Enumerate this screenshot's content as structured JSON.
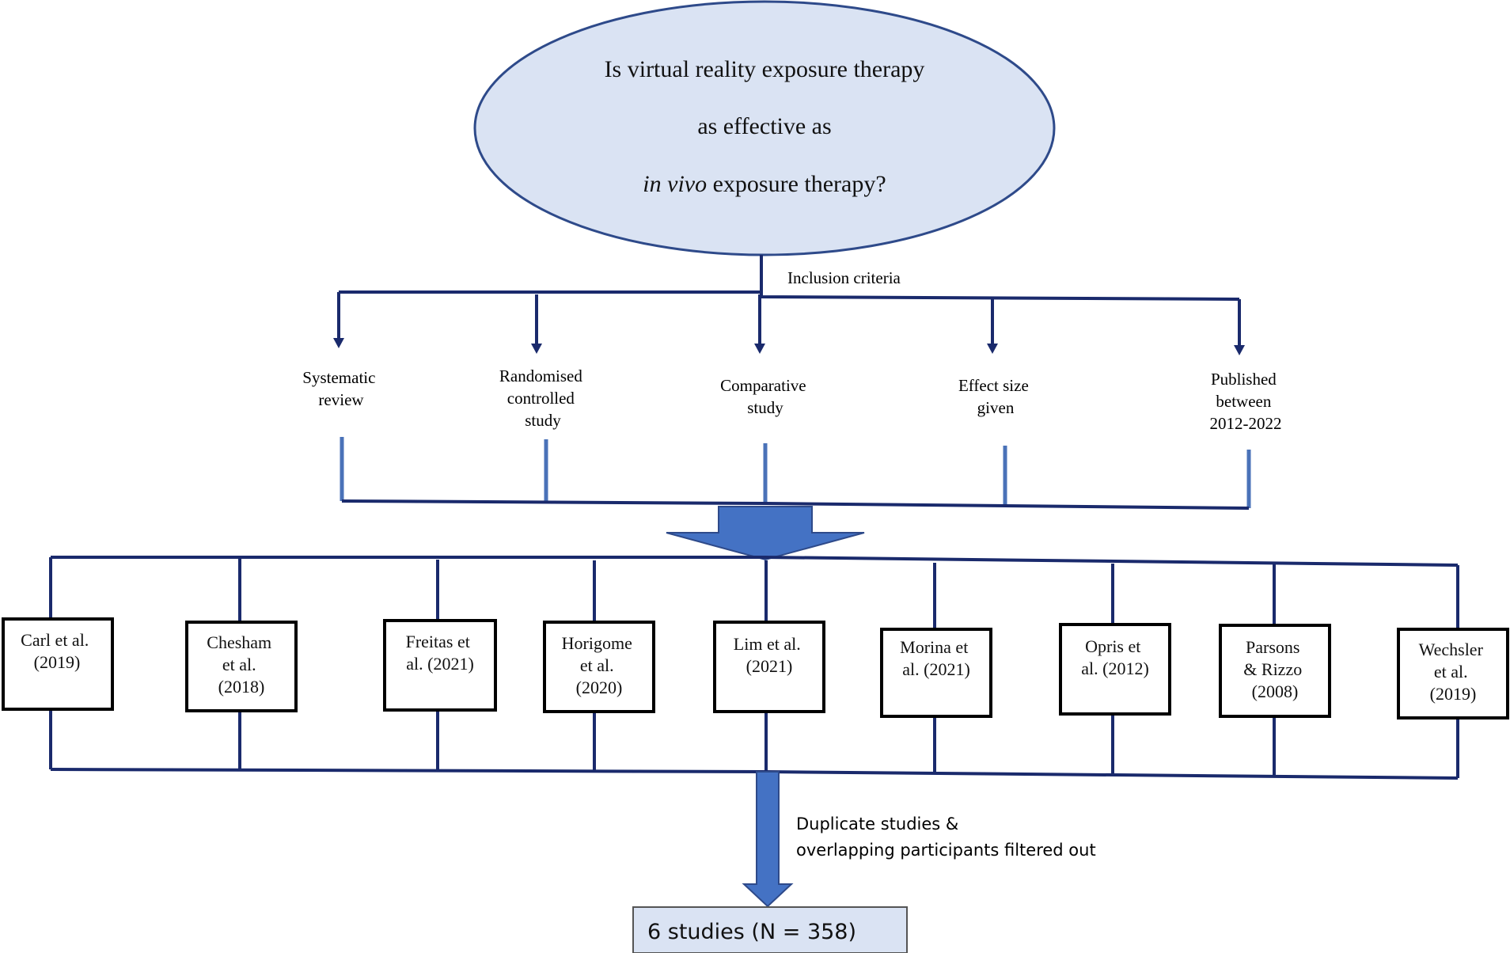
{
  "question": {
    "line1": "Is virtual reality exposure therapy",
    "line2": "as effective as",
    "line3_italic": "in vivo",
    "line3_rest": " exposure therapy?"
  },
  "inclusion_label": "Inclusion criteria",
  "criteria": [
    {
      "lines": [
        "Systematic",
        "review"
      ]
    },
    {
      "lines": [
        "Randomised",
        "controlled",
        "study"
      ]
    },
    {
      "lines": [
        "Comparative",
        "study"
      ]
    },
    {
      "lines": [
        "Effect size",
        "given"
      ]
    },
    {
      "lines": [
        "Published",
        "between",
        "2012-2022"
      ]
    }
  ],
  "studies": [
    {
      "lines": [
        "Carl et al.",
        "(2019)"
      ]
    },
    {
      "lines": [
        "Chesham",
        "et al.",
        "(2018)"
      ]
    },
    {
      "lines": [
        "Freitas et",
        "al. (2021)"
      ]
    },
    {
      "lines": [
        "Horigome",
        "et al.",
        "(2020)"
      ]
    },
    {
      "lines": [
        "Lim et al.",
        "(2021)"
      ]
    },
    {
      "lines": [
        "Morina et",
        "al. (2021)"
      ]
    },
    {
      "lines": [
        "Opris et",
        "al. (2012)"
      ]
    },
    {
      "lines": [
        "Parsons",
        "& Rizzo",
        "(2008)"
      ]
    },
    {
      "lines": [
        "Wechsler",
        "et al.",
        "(2019)"
      ]
    }
  ],
  "filter_note": [
    "Duplicate studies &",
    "overlapping participants filtered out"
  ],
  "result": "6 studies (N = 358)",
  "colors": {
    "ellipse_fill": "#dae3f3",
    "ellipse_stroke": "#2e4a8a",
    "dark_line": "#1a2a6c",
    "light_line": "#4a72b8",
    "big_arrow": "#4472c4",
    "result_fill": "#dae3f3"
  }
}
